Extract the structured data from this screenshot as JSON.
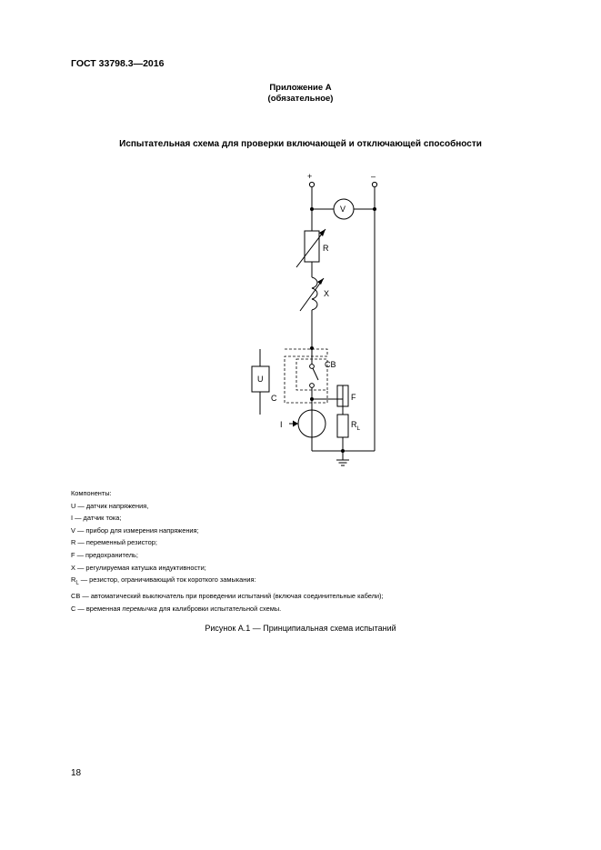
{
  "header": {
    "standard": "ГОСТ 33798.3—2016"
  },
  "annex": {
    "title": "Приложение А",
    "status": "(обязательное)"
  },
  "section_title": "Испытательная схема для проверки включающей и отключающей способности",
  "diagram": {
    "plus": "+",
    "minus": "–",
    "V": "V",
    "R": "R",
    "X": "X",
    "CB": "CB",
    "U": "U",
    "C": "C",
    "F": "F",
    "I": "I",
    "RL_main": "R",
    "RL_sub": "L"
  },
  "legend": {
    "heading": "Компоненты:",
    "items": [
      {
        "sym": "U",
        "sub": "",
        "text": " — датчик напряжения,"
      },
      {
        "sym": "I",
        "sub": "",
        "text": " — датчик тока;"
      },
      {
        "sym": "V",
        "sub": "",
        "text": " — прибор для измерения напряжения;"
      },
      {
        "sym": "R",
        "sub": "",
        "text": " — переменный резистор;"
      },
      {
        "sym": "F",
        "sub": "",
        "text": " — предохранитель;"
      },
      {
        "sym": "X",
        "sub": "",
        "text": " — регулируемая катушка индуктивности;"
      },
      {
        "sym": "R",
        "sub": "L",
        "text": " — резистор, ограничивающий ток короткого замыкания:"
      },
      {
        "sym": "CB",
        "sub": "",
        "text": " — автоматический выключатель при проведении испытаний (включая соединительные кабели);"
      }
    ],
    "last": {
      "sym": "C",
      "pre": " — временная ",
      "italic": "перемычка",
      "post": " для калибровки испытательной схемы."
    }
  },
  "caption": "Рисунок А.1 — Принципиальная схема испытаний",
  "page_number": "18"
}
